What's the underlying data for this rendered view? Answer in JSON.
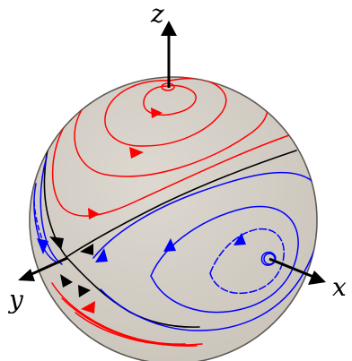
{
  "axes": {
    "x_label": "x",
    "y_label": "y",
    "z_label": "z"
  },
  "colors": {
    "sphere_fill": "#d9d4cc",
    "sphere_edge": "#5f5a55",
    "red_flow": "#ff0000",
    "blue_flow": "#0000ff",
    "separatrix": "#000000",
    "axis_arrow": "#000000"
  }
}
